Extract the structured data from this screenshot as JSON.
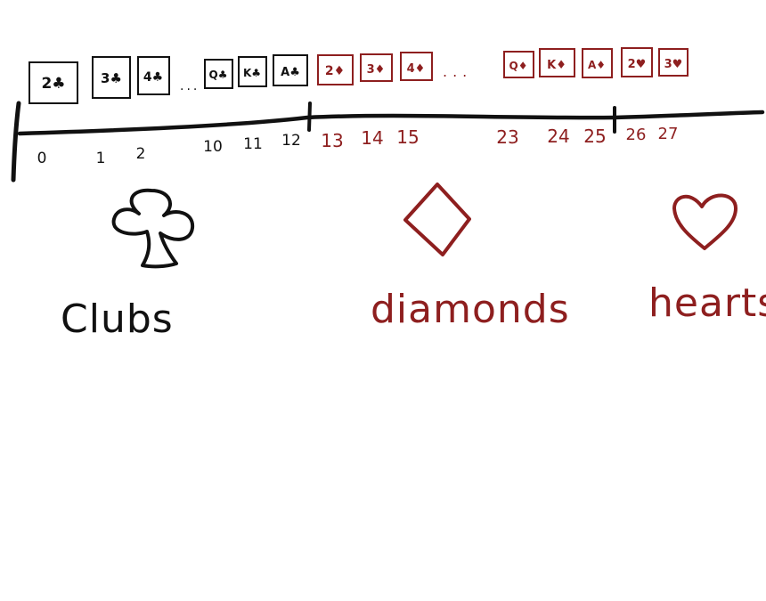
{
  "colors": {
    "black": "#111111",
    "red": "#8e1f1f"
  },
  "cards": {
    "black": [
      "2♣",
      "3♣",
      "4♣",
      "Q♣",
      "K♣",
      "A♣"
    ],
    "red": [
      "2♦",
      "3♦",
      "4♦",
      "Q♦",
      "K♦",
      "A♦",
      "2♥",
      "3♥"
    ],
    "ellipsis": "..."
  },
  "indices": {
    "black": [
      "0",
      "1",
      "2",
      "10",
      "11",
      "12"
    ],
    "red": [
      "13",
      "14",
      "15",
      "23",
      "24",
      "25",
      "26",
      "27"
    ]
  },
  "suits": [
    {
      "icon": "club-icon",
      "label": "Clubs",
      "color": "#111111"
    },
    {
      "icon": "diamond-icon",
      "label": "diamonds",
      "color": "#8e1f1f"
    },
    {
      "icon": "heart-icon",
      "label": "hearts",
      "color": "#8e1f1f"
    }
  ]
}
